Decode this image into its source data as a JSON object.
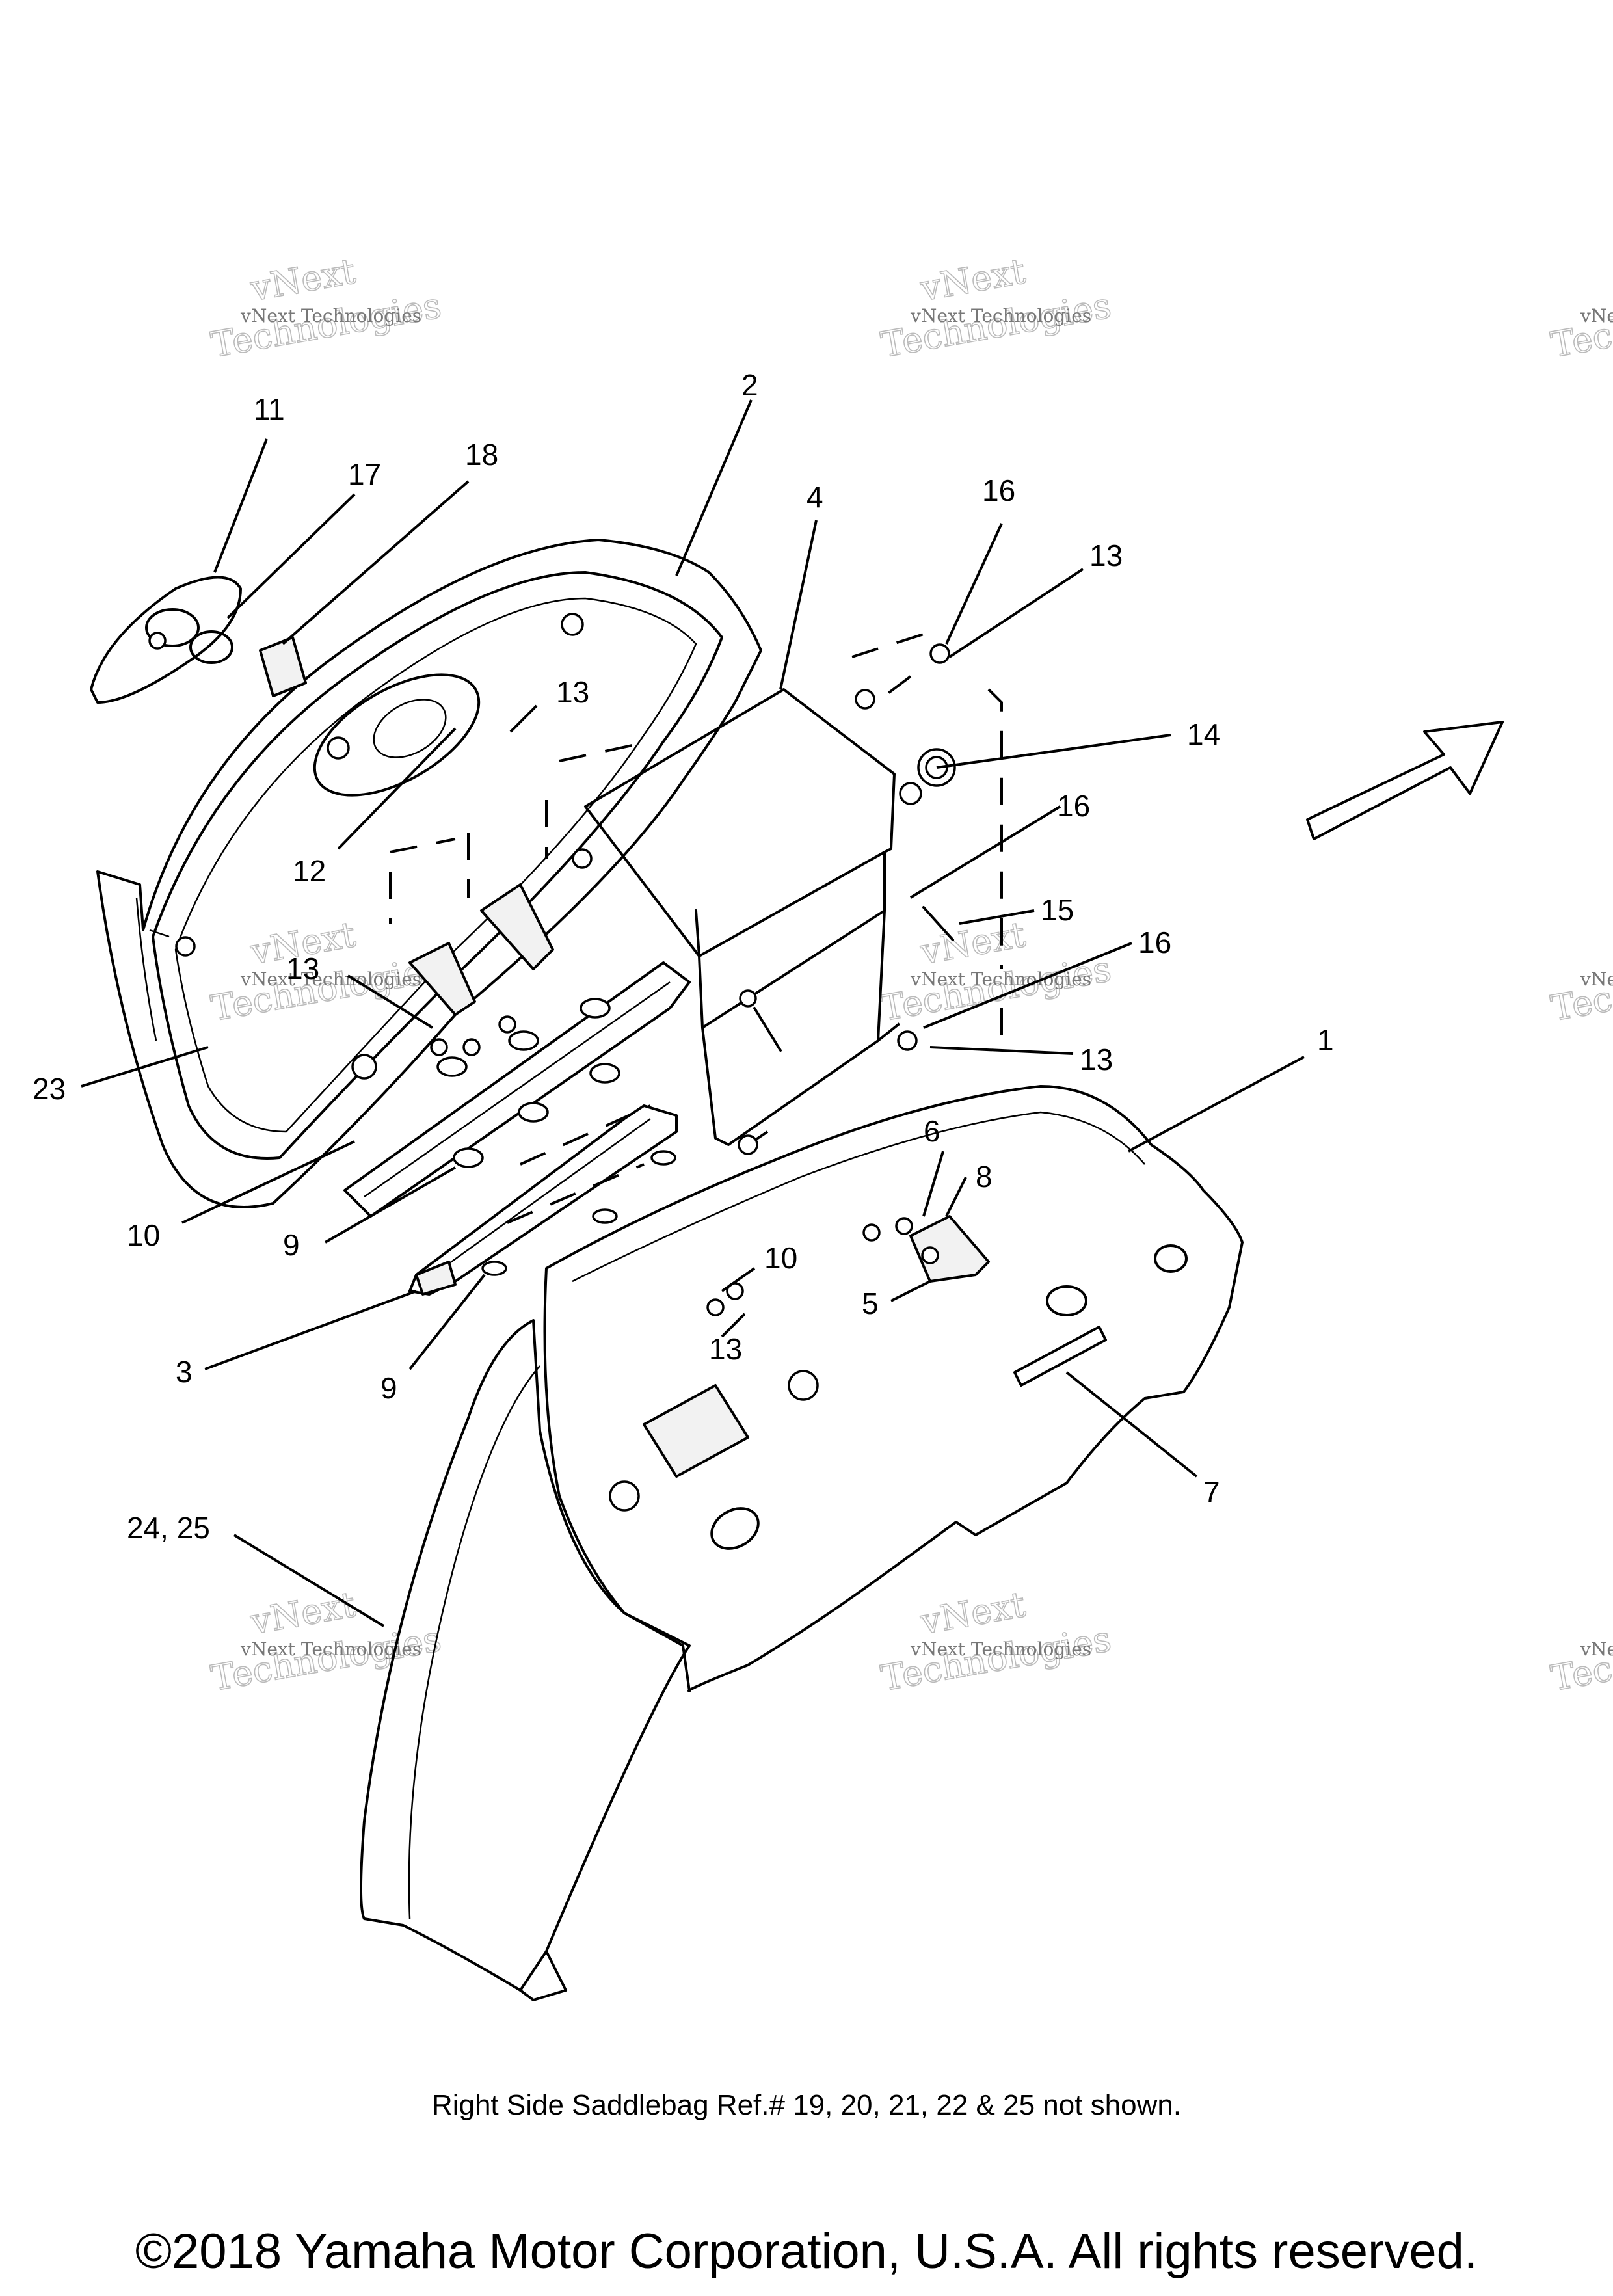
{
  "callouts": [
    "11",
    "17",
    "18",
    "2",
    "4",
    "16",
    "13",
    "13",
    "14",
    "16",
    "15",
    "16",
    "12",
    "13",
    "23",
    "13",
    "1",
    "10",
    "9",
    "6",
    "8",
    "10",
    "5",
    "3",
    "9",
    "13",
    "7",
    "24, 25"
  ],
  "watermark": {
    "line1": "vNext",
    "line2": "vNext Technologies",
    "line3": "Technologies"
  },
  "note": "Right Side Saddlebag Ref.# 19, 20, 21, 22 & 25 not shown.",
  "copyright": "©2018 Yamaha Motor Corporation, U.S.A. All rights reserved."
}
